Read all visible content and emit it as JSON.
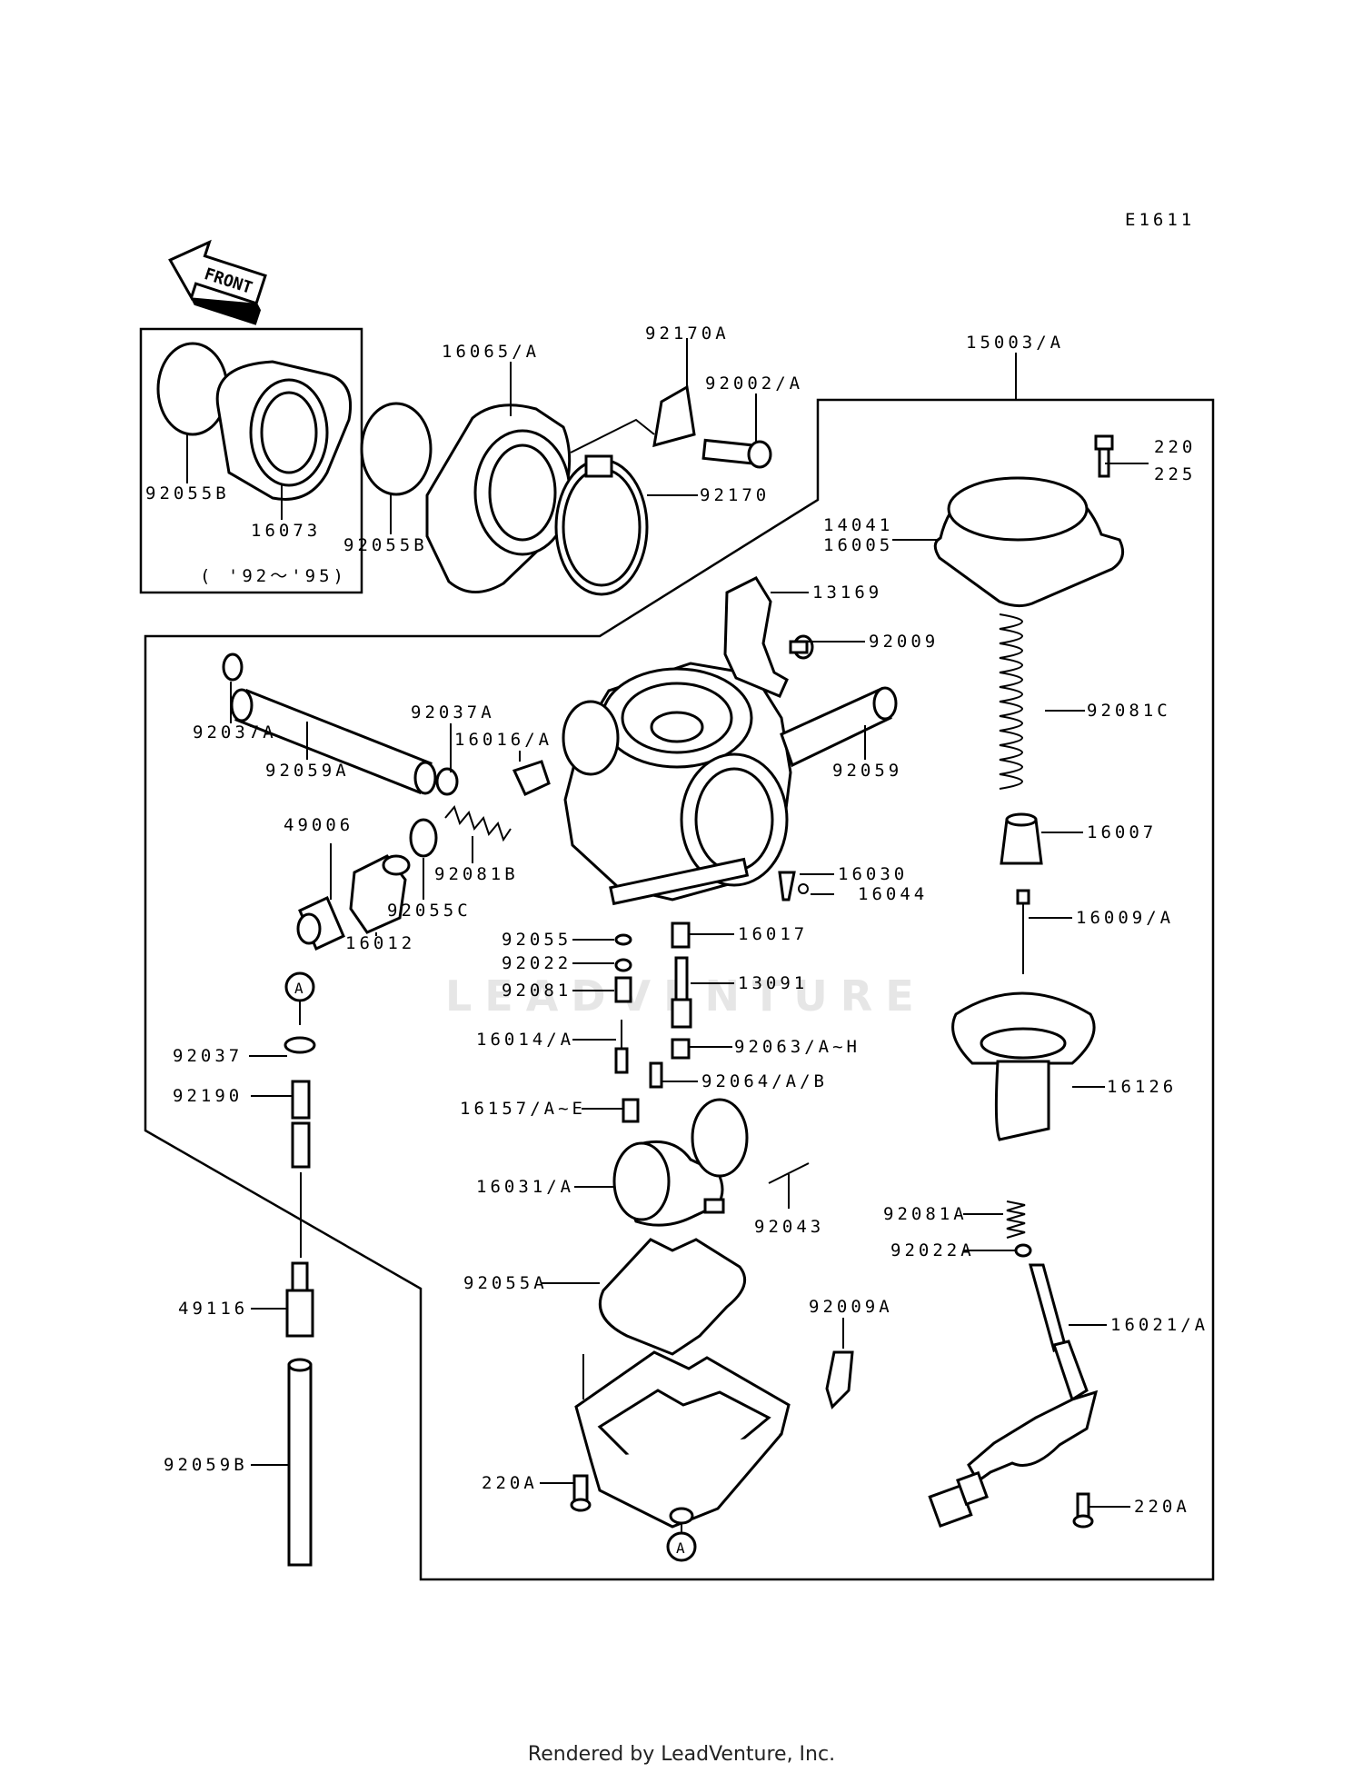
{
  "diagram_code": "E1611",
  "front_label": "FRONT",
  "year_note": "( '92～'95)",
  "watermark": "LEADVENTURE",
  "footer": "Rendered by LeadVenture, Inc.",
  "ref_marker": "A",
  "labels": {
    "p15003": "15003/A",
    "p16065": "16065/A",
    "p92170A": "92170A",
    "p92002": "92002/A",
    "p92170": "92170",
    "p92055B_a": "92055B",
    "p92055B_b": "92055B",
    "p16073": "16073",
    "p220": "220",
    "p225": "225",
    "p14041": "14041",
    "p16005": "16005",
    "p13169": "13169",
    "p92009": "92009",
    "p92081C": "92081C",
    "p92037A_a": "92037A",
    "p92059A": "92059A",
    "p92037A_b": "92037A",
    "p16016": "16016/A",
    "p92059": "92059",
    "p49006": "49006",
    "p92081B": "92081B",
    "p92055C": "92055C",
    "p16012": "16012",
    "p16007": "16007",
    "p16030": "16030",
    "p16044": "16044",
    "p16009": "16009/A",
    "p92055": "92055",
    "p16017": "16017",
    "p92022": "92022",
    "p13091": "13091",
    "p92081": "92081",
    "p16014": "16014/A",
    "p92063": "92063/A~H",
    "p92064": "92064/A/B",
    "p16157": "16157/A~E",
    "p16126": "16126",
    "p92037": "92037",
    "p92190": "92190",
    "p16031": "16031/A",
    "p92043": "92043",
    "p92081A": "92081A",
    "p92022A": "92022A",
    "p92055A": "92055A",
    "p16021": "16021/A",
    "p49116": "49116",
    "p92009A": "92009A",
    "p92059B": "92059B",
    "p220A_a": "220A",
    "p220A_b": "220A"
  }
}
